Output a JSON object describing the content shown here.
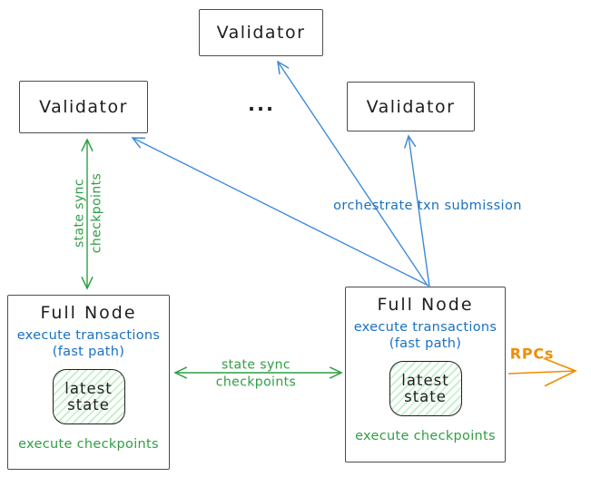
{
  "diagram": {
    "validators": [
      {
        "position": "top",
        "label": "Validator"
      },
      {
        "position": "left",
        "label": "Validator"
      },
      {
        "position": "right",
        "label": "Validator"
      }
    ],
    "ellipsis": "...",
    "full_nodes": [
      {
        "position": "left",
        "title": "Full Node",
        "exec_line1": "execute transactions",
        "exec_line2": "(fast path)",
        "state_line1": "latest",
        "state_line2": "state",
        "footer": "execute checkpoints"
      },
      {
        "position": "right",
        "title": "Full Node",
        "exec_line1": "execute transactions",
        "exec_line2": "(fast path)",
        "state_line1": "latest",
        "state_line2": "state",
        "footer": "execute checkpoints"
      }
    ],
    "edge_labels": {
      "vertical_state_sync": {
        "line1": "state sync",
        "line2": "checkpoints"
      },
      "horizontal_state_sync": {
        "line1": "state sync",
        "line2": "checkpoints"
      },
      "orchestrate": "orchestrate txn submission",
      "rpcs": "RPCs"
    },
    "colors": {
      "green": "#2f9e44",
      "blue": "#1971c2",
      "blue_arrow": "#3f8ad8",
      "orange": "#f08c00",
      "box_border": "#494d53",
      "text_black": "#1e1e1e",
      "state_hatch": "#40c057"
    }
  }
}
